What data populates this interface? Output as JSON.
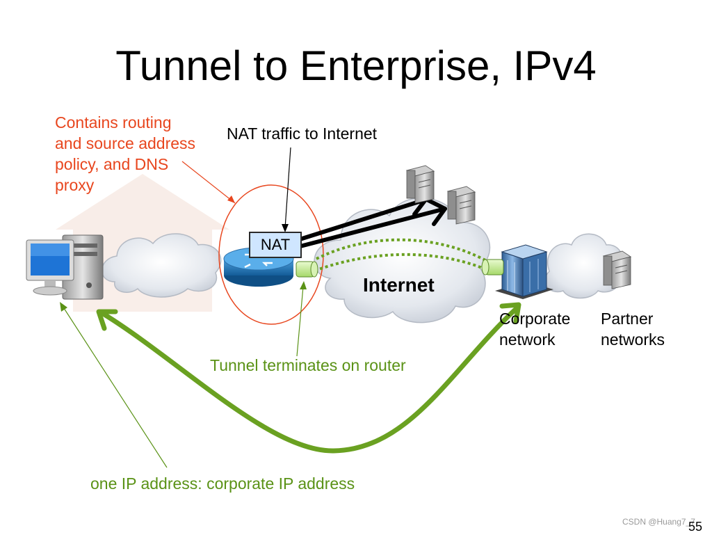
{
  "title": "Tunnel to Enterprise, IPv4",
  "labels": {
    "routing_policy": [
      "Contains routing",
      "and source address",
      "policy, and DNS",
      "proxy"
    ],
    "nat_traffic": "NAT traffic to Internet",
    "nat_box": "NAT",
    "internet": "Internet",
    "corporate": [
      "Corporate",
      "network"
    ],
    "partner": [
      "Partner",
      "networks"
    ],
    "tunnel_terminates": "Tunnel terminates on router",
    "one_ip": "one IP address: corporate IP address"
  },
  "footer": {
    "watermark": "CSDN @Huang7_7",
    "page_number": "55"
  },
  "colors": {
    "red_annotation": "#e8461e",
    "green_annotation": "#5a9216",
    "tunnel_green": "#6aa121",
    "router_blue": "#1f6fae",
    "nat_box_fill": "#cfe6ff"
  },
  "icons": [
    "computer-icon",
    "cloud-icon",
    "router-icon",
    "server-icon",
    "building-icon",
    "tunnel-endpoint-icon"
  ]
}
